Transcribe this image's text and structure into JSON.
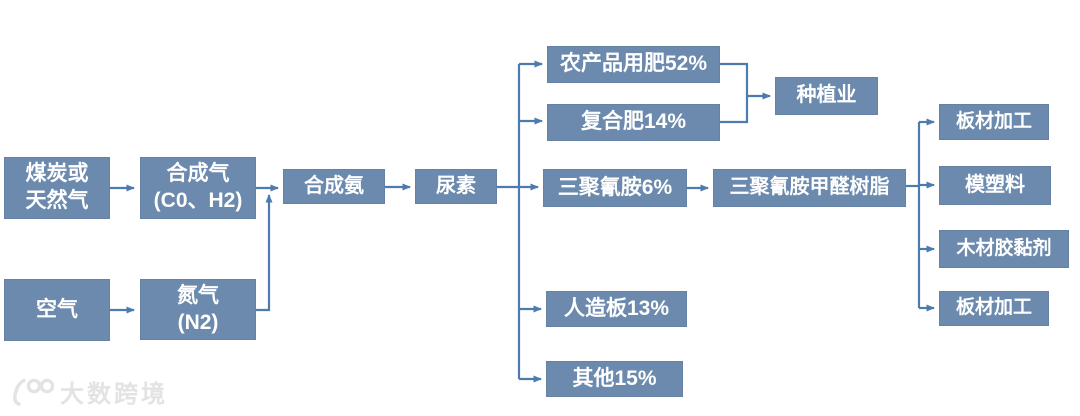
{
  "diagram": {
    "nodes": [
      {
        "id": "coal-or-natural-gas",
        "label": "煤炭或\n天然气"
      },
      {
        "id": "syngas",
        "label": "合成气\n(C0、H2)"
      },
      {
        "id": "air",
        "label": "空气"
      },
      {
        "id": "nitrogen",
        "label": "氮气\n(N2)"
      },
      {
        "id": "synthetic-ammonia",
        "label": "合成氨"
      },
      {
        "id": "urea",
        "label": "尿素"
      },
      {
        "id": "agricultural-fertilizer",
        "label": "农产品用肥52%"
      },
      {
        "id": "compound-fertilizer",
        "label": "复合肥14%"
      },
      {
        "id": "planting-industry",
        "label": "种植业"
      },
      {
        "id": "melamine",
        "label": "三聚氰胺6%"
      },
      {
        "id": "melamine-formaldehyde-resin",
        "label": "三聚氰胺甲醛树脂"
      },
      {
        "id": "board-processing-1",
        "label": "板材加工"
      },
      {
        "id": "molding-plastic",
        "label": "模塑料"
      },
      {
        "id": "wood-adhesive",
        "label": "木材胶黏剂"
      },
      {
        "id": "board-processing-2",
        "label": "板材加工"
      },
      {
        "id": "artificial-board",
        "label": "人造板13%"
      },
      {
        "id": "other",
        "label": "其他15%"
      }
    ],
    "edges": [
      {
        "from": "coal-or-natural-gas",
        "to": "syngas"
      },
      {
        "from": "air",
        "to": "nitrogen"
      },
      {
        "from": "syngas",
        "to": "synthetic-ammonia"
      },
      {
        "from": "nitrogen",
        "to": "synthetic-ammonia"
      },
      {
        "from": "synthetic-ammonia",
        "to": "urea"
      },
      {
        "from": "urea",
        "to": "agricultural-fertilizer"
      },
      {
        "from": "urea",
        "to": "compound-fertilizer"
      },
      {
        "from": "urea",
        "to": "melamine"
      },
      {
        "from": "urea",
        "to": "artificial-board"
      },
      {
        "from": "urea",
        "to": "other"
      },
      {
        "from": "agricultural-fertilizer",
        "to": "planting-industry"
      },
      {
        "from": "compound-fertilizer",
        "to": "planting-industry"
      },
      {
        "from": "melamine",
        "to": "melamine-formaldehyde-resin"
      },
      {
        "from": "melamine-formaldehyde-resin",
        "to": "board-processing-1"
      },
      {
        "from": "melamine-formaldehyde-resin",
        "to": "molding-plastic"
      },
      {
        "from": "melamine-formaldehyde-resin",
        "to": "wood-adhesive"
      },
      {
        "from": "melamine-formaldehyde-resin",
        "to": "board-processing-2"
      }
    ],
    "colors": {
      "box_fill": "#6b8aad",
      "box_text": "#ffffff",
      "connector": "#4d7bad",
      "watermark": "#e3e3e3",
      "page_bg": "#ffffff"
    }
  },
  "watermark": {
    "logo": "100-logo",
    "text": "大数跨境"
  }
}
